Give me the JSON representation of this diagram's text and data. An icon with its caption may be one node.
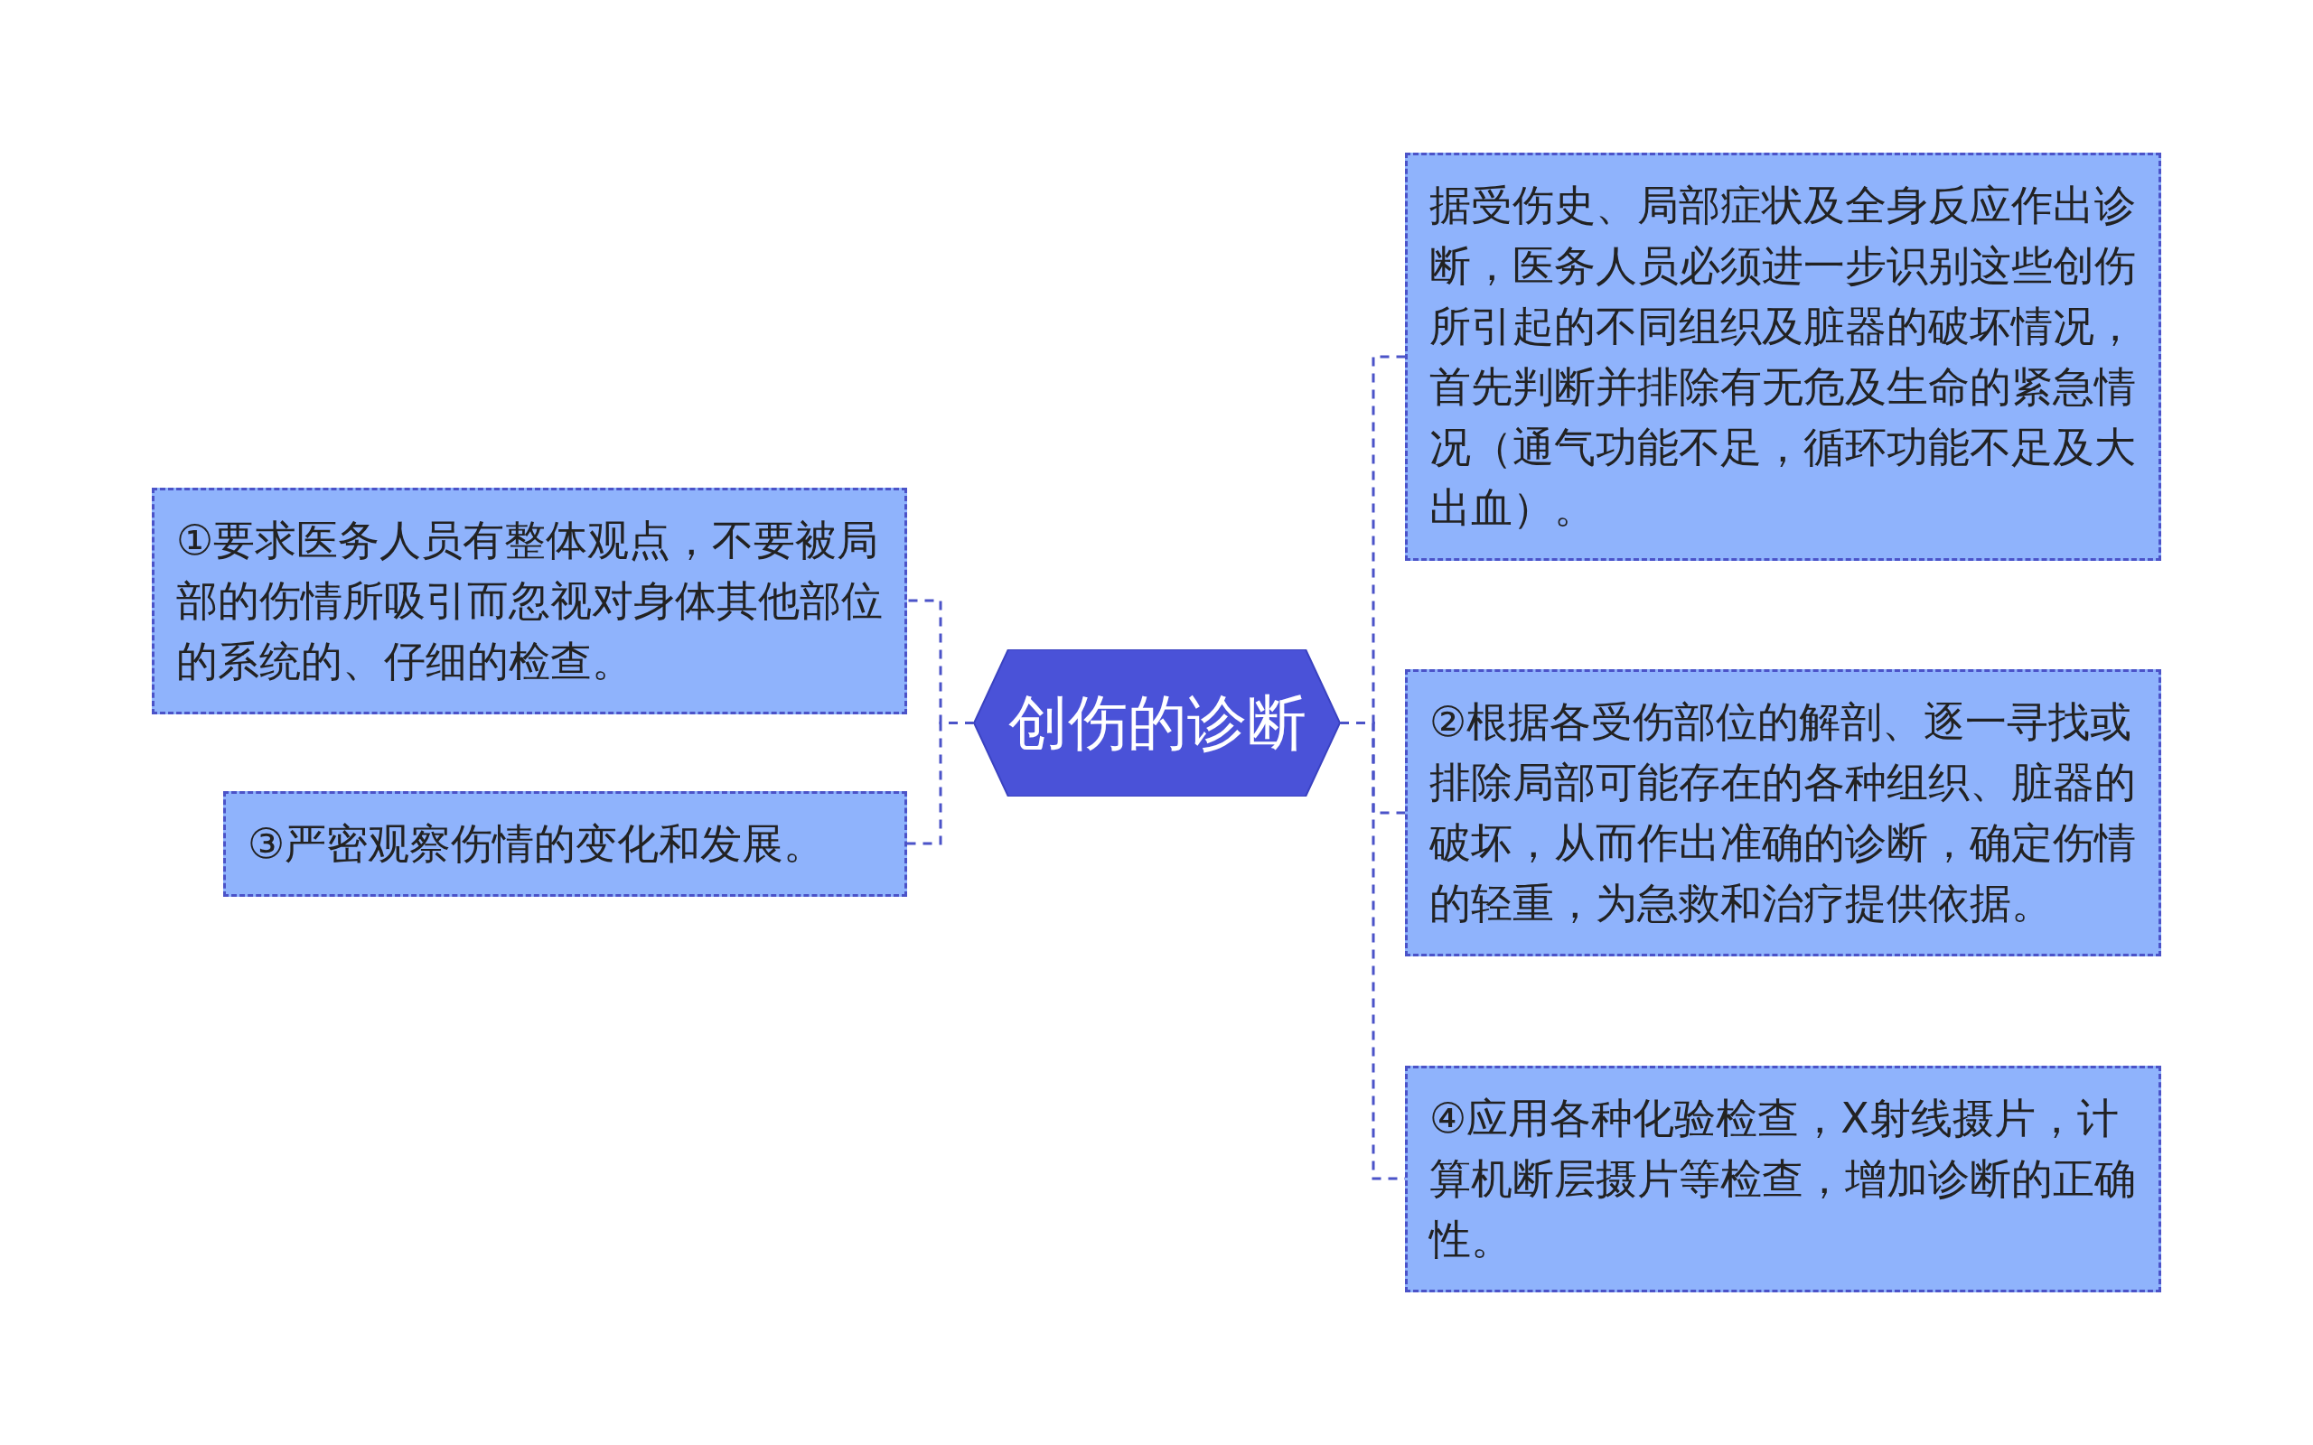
{
  "diagram": {
    "nodes": [
      {
        "text": [
          "创伤的诊断"
        ]
      },
      {
        "text": [
          "①要求医务人员有整体观点，不要被局部的伤情所吸引而忽视对身体其他部位的系统的、仔细的检查。"
        ]
      },
      {
        "text": [
          "③严密观察伤情的变化和发展。"
        ]
      },
      {
        "text": [
          "据受伤史、局部症状及全身反应作出诊断，医务人员必须进一步识别这些创伤所引起的不同组织及脏器的破坏情况，首先判断并排除有无危及生命的紧急情况（通气功能不足，循环功能不足及大出血）。"
        ]
      },
      {
        "text": [
          "②根据各受伤部位的解剖、逐一寻找或排除局部可能存在的各种组织、脏器的破坏，从而作出准确的诊断，确定伤情的轻重，为急救和治疗提供依据。"
        ]
      },
      {
        "text": [
          "④应用各种化验检查，X射线摄片，计算机断层摄片等检查，增加诊断的正确性。"
        ]
      }
    ],
    "edges": [
      {
        "from": 0,
        "to": 1,
        "arrow": "none",
        "style": "dashed"
      },
      {
        "from": 0,
        "to": 2,
        "arrow": "none",
        "style": "dashed"
      },
      {
        "from": 0,
        "to": 3,
        "arrow": "none",
        "style": "dashed"
      },
      {
        "from": 0,
        "to": 4,
        "arrow": "none",
        "style": "dashed"
      },
      {
        "from": 0,
        "to": 5,
        "arrow": "none",
        "style": "dashed"
      }
    ]
  }
}
